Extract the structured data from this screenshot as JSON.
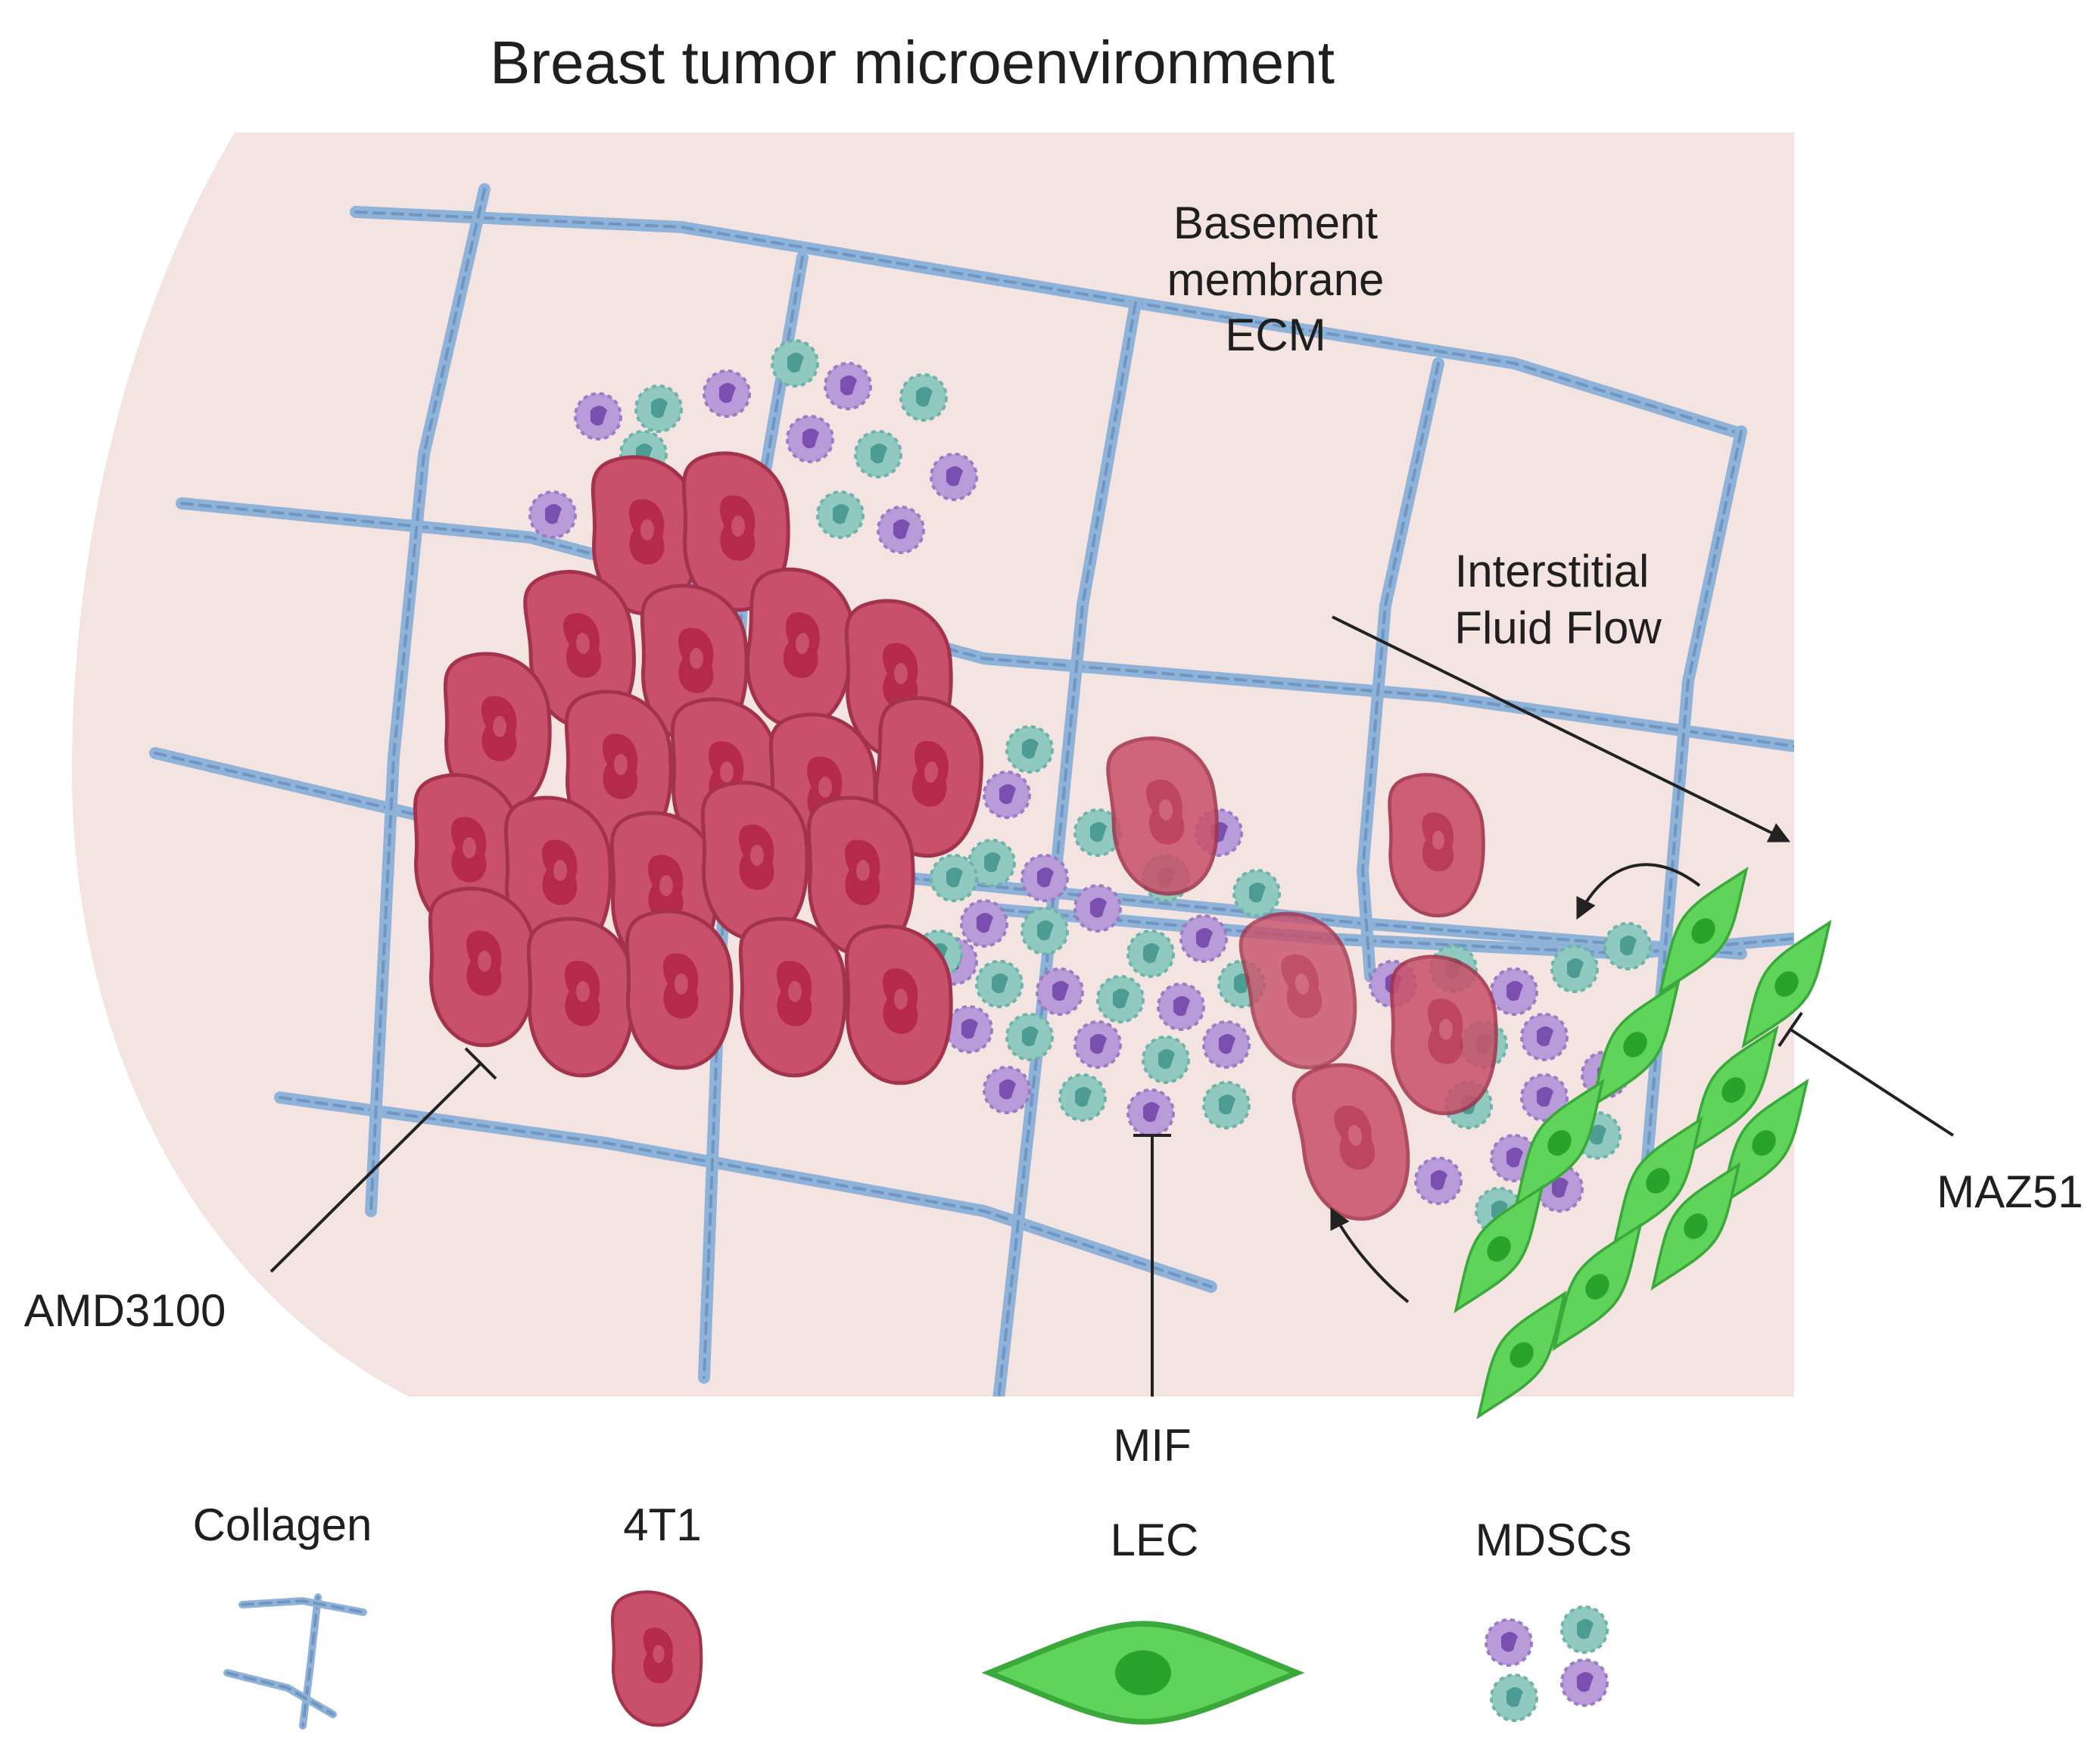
{
  "title": "Breast tumor microenvironment",
  "labels": {
    "basement_membrane": [
      "Basement",
      "membrane",
      "ECM"
    ],
    "fluid_flow": [
      "Interstitial",
      "Fluid Flow"
    ],
    "amd3100": "AMD3100",
    "mif": "MIF",
    "maz51": "MAZ51"
  },
  "legend": {
    "collagen": "Collagen",
    "tumor_cell": "4T1",
    "lec": "LEC",
    "mdsc": "MDSCs"
  },
  "colors": {
    "background": "#f3e4e1",
    "collagen": "#8fb2d8",
    "tumor_fill": "#c9506a",
    "tumor_nucleus": "#b52a4a",
    "lec_fill": "#5fd35a",
    "lec_nucleus": "#2aa32a",
    "mdsc_purple": "#b89bd8",
    "mdsc_teal": "#8fc9c0",
    "inhibitor_line": "#222222"
  }
}
